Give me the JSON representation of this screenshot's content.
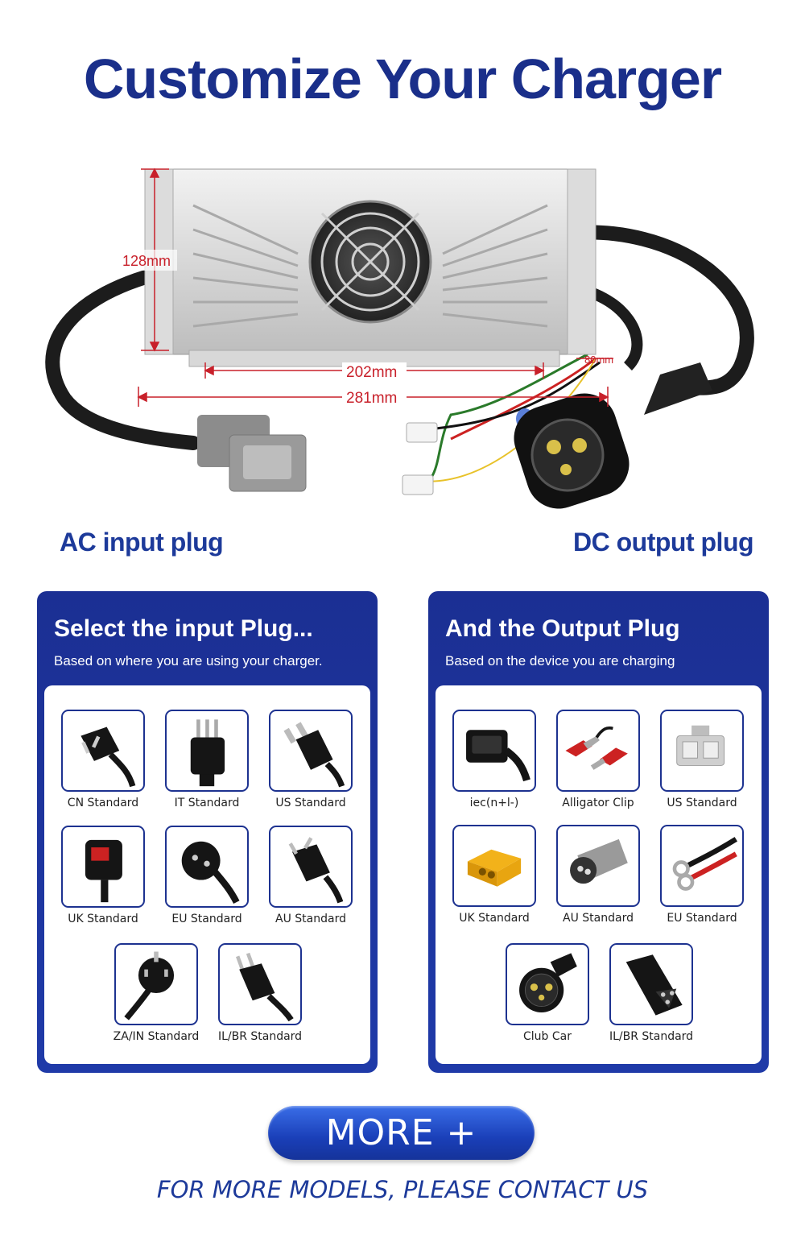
{
  "title": "Customize Your Charger",
  "hero": {
    "dim_height": "128mm",
    "dim_inner_width": "202mm",
    "dim_outer_width": "281mm",
    "dim_plug": "80mm",
    "ac_label": "AC input plug",
    "dc_label": "DC output plug"
  },
  "input_panel": {
    "title": "Select the input Plug...",
    "subtitle": "Based on where you are using your charger.",
    "items": [
      {
        "label": "CN Standard",
        "icon": "cn-plug-icon"
      },
      {
        "label": "IT Standard",
        "icon": "it-plug-icon"
      },
      {
        "label": "US Standard",
        "icon": "us-plug-icon"
      },
      {
        "label": "UK Standard",
        "icon": "uk-plug-icon"
      },
      {
        "label": "EU Standard",
        "icon": "eu-plug-icon"
      },
      {
        "label": "AU Standard",
        "icon": "au-plug-icon"
      },
      {
        "label": "ZA/IN Standard",
        "icon": "za-in-plug-icon"
      },
      {
        "label": "IL/BR Standard",
        "icon": "il-br-plug-icon"
      }
    ]
  },
  "output_panel": {
    "title": "And the Output Plug",
    "subtitle": "Based on the device you are charging",
    "items": [
      {
        "label": "iec(n+l-)",
        "icon": "iec-connector-icon"
      },
      {
        "label": "Alligator Clip",
        "icon": "alligator-clip-icon"
      },
      {
        "label": "US Standard",
        "icon": "anderson-connector-icon"
      },
      {
        "label": "UK Standard",
        "icon": "xt-connector-icon"
      },
      {
        "label": "AU Standard",
        "icon": "round-connector-icon"
      },
      {
        "label": "EU Standard",
        "icon": "ring-terminal-icon"
      },
      {
        "label": "Club Car",
        "icon": "club-car-plug-icon"
      },
      {
        "label": "IL/BR Standard",
        "icon": "triangle-plug-icon"
      }
    ]
  },
  "more_button": "MORE +",
  "footer_note": "FOR MORE MODELS, PLEASE CONTACT US",
  "colors": {
    "brand_blue": "#1a2f8a",
    "panel_blue": "#1f3aa8",
    "dimension_red": "#c8202a"
  }
}
